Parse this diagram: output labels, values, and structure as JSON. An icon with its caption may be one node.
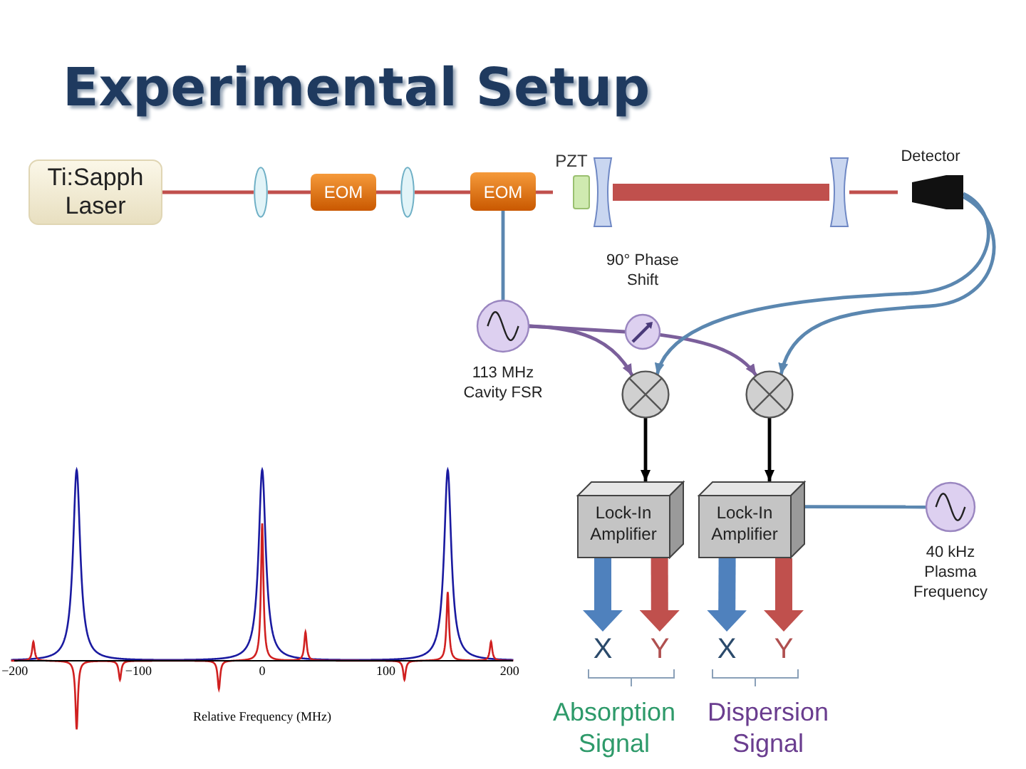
{
  "diagram": {
    "title": "Experimental Setup",
    "nodes": [
      {
        "text": [
          "Ti:Sapph Laser"
        ]
      },
      {
        "text": [],
        "shape": "lens"
      },
      {
        "text": [
          "EOM"
        ]
      },
      {
        "text": [],
        "shape": "lens"
      },
      {
        "text": [
          "EOM"
        ]
      },
      {
        "text": [
          "PZT"
        ]
      },
      {
        "text": [],
        "shape": "mirror"
      },
      {
        "text": [],
        "shape": "mirror"
      },
      {
        "text": [
          "Detector"
        ]
      },
      {
        "text": [
          "113 MHz Cavity FSR"
        ]
      },
      {
        "text": [
          "90° Phase Shift"
        ]
      },
      {
        "text": [],
        "shape": "circle"
      },
      {
        "text": [],
        "shape": "circle"
      },
      {
        "text": [
          "Lock-In Amplifier"
        ]
      },
      {
        "text": [
          "Lock-In Amplifier"
        ]
      },
      {
        "text": [
          "40 kHz Plasma Frequency"
        ]
      },
      {
        "text": [
          "X"
        ]
      },
      {
        "text": [
          "Y"
        ]
      },
      {
        "text": [
          "X"
        ]
      },
      {
        "text": [
          "Y"
        ]
      }
    ],
    "edges": [
      {
        "from": 0,
        "to": 1,
        "arrow": "none"
      },
      {
        "from": 1,
        "to": 2,
        "arrow": "none"
      },
      {
        "from": 2,
        "to": 3,
        "arrow": "none"
      },
      {
        "from": 3,
        "to": 4,
        "arrow": "none"
      },
      {
        "from": 4,
        "to": 5,
        "arrow": "none"
      },
      {
        "from": 6,
        "to": 7,
        "arrow": "none",
        "style": "thick"
      },
      {
        "from": 7,
        "to": 8,
        "arrow": "none"
      },
      {
        "from": 4,
        "to": 9,
        "arrow": "none",
        "color": "#5b87b0"
      },
      {
        "from": 9,
        "to": 11,
        "arrow": "to",
        "color": "#7b5f9b"
      },
      {
        "from": 9,
        "to": 10,
        "arrow": "none",
        "color": "#7b5f9b"
      },
      {
        "from": 10,
        "to": 12,
        "arrow": "to",
        "color": "#7b5f9b"
      },
      {
        "from": 8,
        "to": 11,
        "arrow": "to",
        "color": "#5b87b0"
      },
      {
        "from": 8,
        "to": 12,
        "arrow": "to",
        "color": "#5b87b0"
      },
      {
        "from": 11,
        "to": 13,
        "arrow": "to",
        "color": "#000000"
      },
      {
        "from": 12,
        "to": 14,
        "arrow": "to",
        "color": "#000000"
      },
      {
        "from": 14,
        "to": 15,
        "arrow": "none",
        "color": "#5b87b0"
      },
      {
        "from": 13,
        "to": 16,
        "arrow": "to",
        "style": "thick",
        "color": "#4f81bd"
      },
      {
        "from": 13,
        "to": 17,
        "arrow": "to",
        "style": "thick"
      },
      {
        "from": 14,
        "to": 18,
        "arrow": "to",
        "style": "thick",
        "color": "#4f81bd"
      },
      {
        "from": 14,
        "to": 19,
        "arrow": "to",
        "style": "thick"
      }
    ],
    "labels": [
      "−200",
      "−100",
      "0",
      "100",
      "200",
      "Relative Frequency (MHz)",
      "Absorption Signal",
      "Dispersion Signal"
    ]
  }
}
